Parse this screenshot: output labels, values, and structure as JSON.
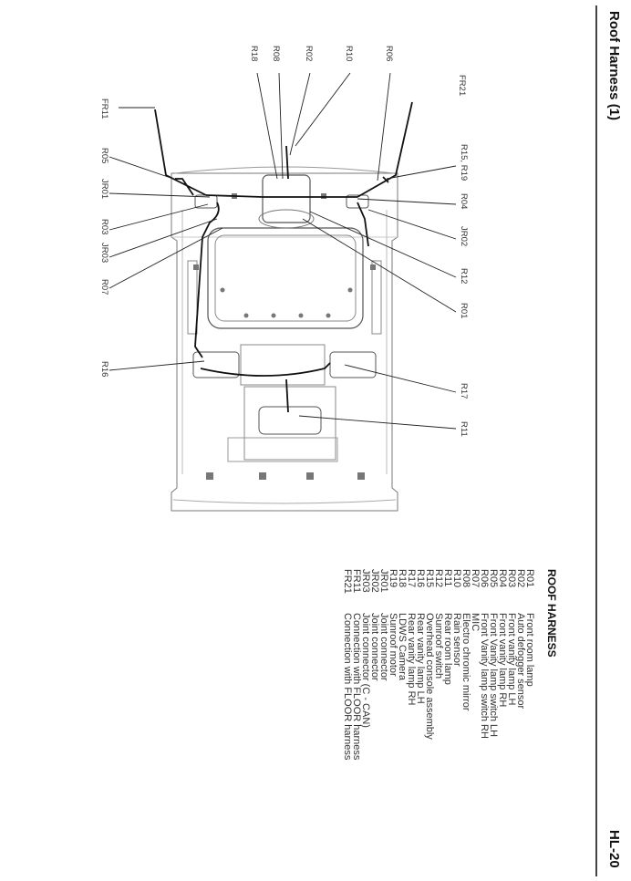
{
  "header": {
    "title": "Roof Harness (1)",
    "page_number": "HL-20"
  },
  "legend": {
    "title": "ROOF HARNESS",
    "items": [
      {
        "code": "R01",
        "desc": "Front room lamp"
      },
      {
        "code": "R02",
        "desc": "Auto defogger sensor"
      },
      {
        "code": "R03",
        "desc": "Front vanity lamp LH"
      },
      {
        "code": "R04",
        "desc": "Front vanity lamp RH"
      },
      {
        "code": "R05",
        "desc": "Front Vanity lamp switch LH"
      },
      {
        "code": "R06",
        "desc": "Front Vanity lamp switch RH"
      },
      {
        "code": "R07",
        "desc": "MIC"
      },
      {
        "code": "R08",
        "desc": "Electro chromic mirror"
      },
      {
        "code": "R10",
        "desc": "Rain sensor"
      },
      {
        "code": "R11",
        "desc": "Rear room lamp"
      },
      {
        "code": "R12",
        "desc": "Sunroof switch"
      },
      {
        "code": "R15",
        "desc": "Overhead console assembly"
      },
      {
        "code": "R16",
        "desc": "Rear vanity lamp LH"
      },
      {
        "code": "R17",
        "desc": "Rear vanity lamp RH"
      },
      {
        "code": "R18",
        "desc": "LDWS Camera"
      },
      {
        "code": "R19",
        "desc": "Sunroof motor"
      },
      {
        "code": "JR01",
        "desc": "Joint connector"
      },
      {
        "code": "JR02",
        "desc": "Joint connector"
      },
      {
        "code": "JR03",
        "desc": "Joint connector (C - CAN)"
      },
      {
        "code": "FR11",
        "desc": "Connection with FLOOR harness"
      },
      {
        "code": "FR21",
        "desc": "Connection with FLOOR harness"
      }
    ]
  },
  "diagram": {
    "callouts": {
      "r18": "R18",
      "r08": "R08",
      "r02": "R02",
      "r10": "R10",
      "r06": "R06",
      "fr21": "FR21",
      "fr11": "FR11",
      "r05": "R05",
      "jr01": "JR01",
      "r03": "R03",
      "jr03": "JR03",
      "r07": "R07",
      "r16": "R16",
      "r15r19": "R15, R19",
      "r04": "R04",
      "jr02": "JR02",
      "r12": "R12",
      "r01": "R01",
      "r17": "R17",
      "r11": "R11"
    }
  }
}
